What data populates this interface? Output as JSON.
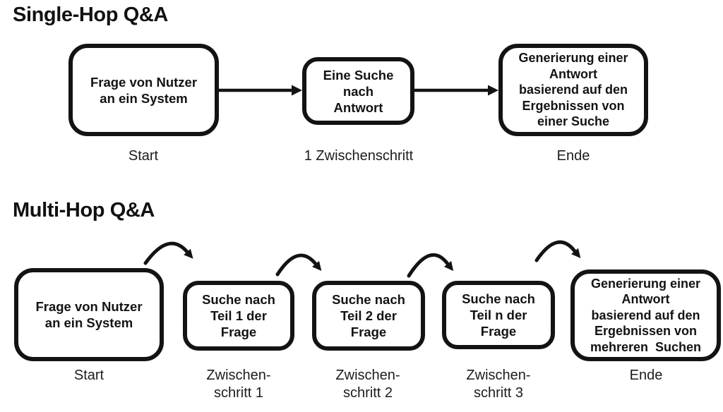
{
  "page": {
    "background": "#ffffff",
    "ink": "#131313"
  },
  "sections": [
    {
      "id": "single-hop",
      "title": "Single-Hop Q&A",
      "connector": "straight-arrow",
      "nodes": [
        {
          "text": "Frage von Nutzer\nan ein System",
          "label": "Start"
        },
        {
          "text": "Eine Suche\nnach\nAntwort",
          "label": "1 Zwischenschritt"
        },
        {
          "text": "Generierung einer\nAntwort\nbasierend auf den\nErgebnissen von\neiner Suche",
          "label": "Ende"
        }
      ]
    },
    {
      "id": "multi-hop",
      "title": "Multi-Hop Q&A",
      "connector": "hop-arc-arrow",
      "nodes": [
        {
          "text": "Frage von Nutzer\nan ein System",
          "label": "Start"
        },
        {
          "text": "Suche nach\nTeil 1 der\nFrage",
          "label": "Zwischen-\nschritt 1"
        },
        {
          "text": "Suche nach\nTeil 2 der\nFrage",
          "label": "Zwischen-\nschritt 2"
        },
        {
          "text": "Suche nach\nTeil n der\nFrage",
          "label": "Zwischen-\nschritt 3"
        },
        {
          "text": "Generierung einer\nAntwort\nbasierend auf den\nErgebnissen von\nmehreren  Suchen",
          "label": "Ende"
        }
      ]
    }
  ]
}
